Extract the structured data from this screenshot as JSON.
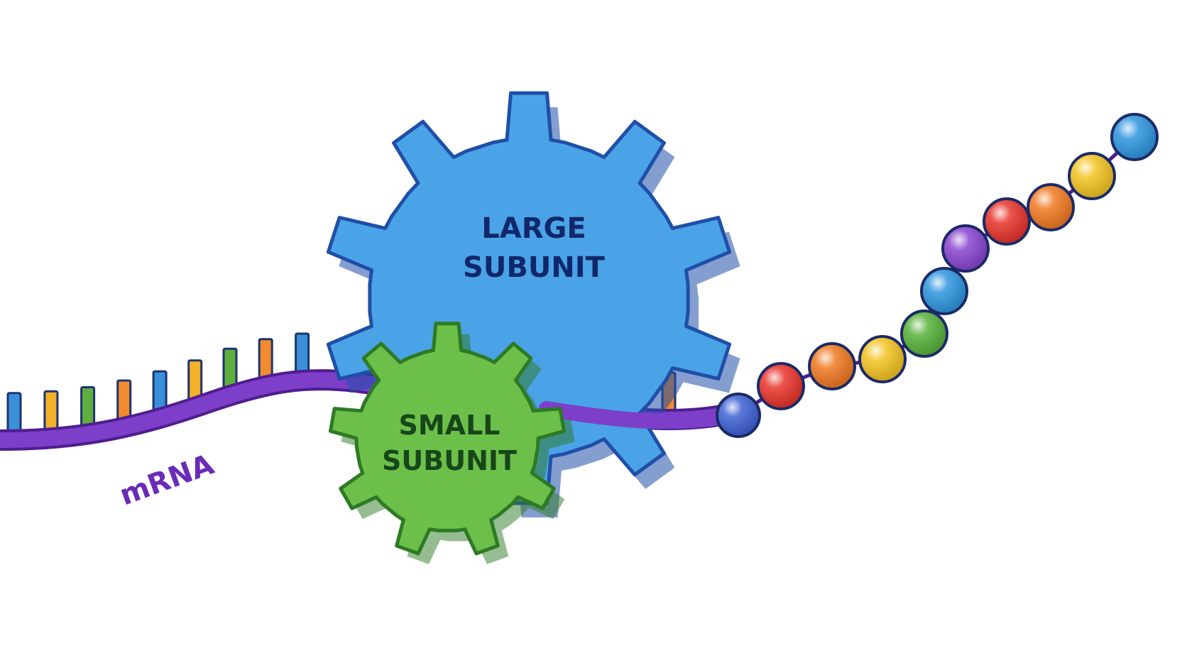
{
  "diagram": {
    "large_subunit": {
      "line1": "LARGE",
      "line2": "SUBUNIT"
    },
    "small_subunit": {
      "line1": "SMALL",
      "line2": "SUBUNIT"
    },
    "mrna_label": "mRNA"
  },
  "colors": {
    "large_fill": "#4aa3e6",
    "large_stroke": "#1f4fa8",
    "large_text": "#10286b",
    "small_fill": "#6cc04a",
    "small_stroke": "#2e7a24",
    "small_text": "#17461a",
    "mrna": "#7d3ec9",
    "mrna_stroke": "#4f1d8f",
    "mrna_label": "#6a2bb8",
    "base_colors": [
      "#3a8fd9",
      "#f2b128",
      "#5fae3e",
      "#f28a2e"
    ],
    "bead_colors": [
      "#3f62d4",
      "#e8342b",
      "#f07a22",
      "#f3c423",
      "#58b23a",
      "#2f96e0",
      "#8a45cf",
      "#e8342b",
      "#f07a22",
      "#f3c423",
      "#2f96e0"
    ]
  }
}
